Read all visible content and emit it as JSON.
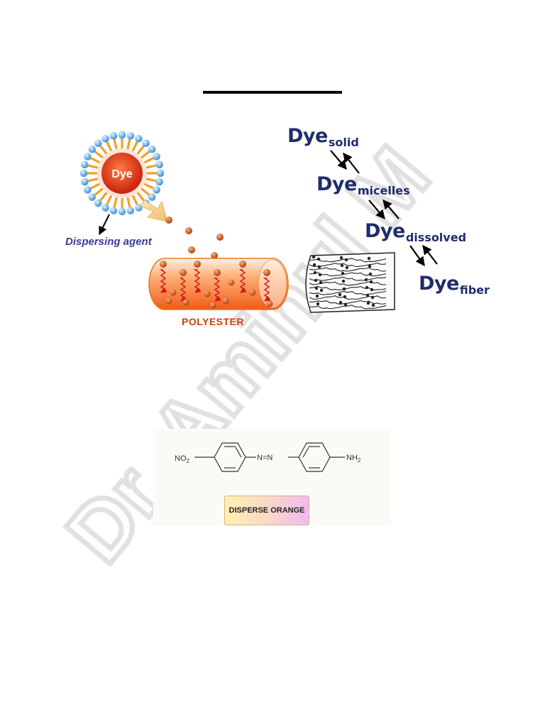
{
  "figure": {
    "micelle_core_label": "Dye",
    "dispersing_agent_label": "Dispersing agent",
    "fiber_label": "POLYESTER"
  },
  "equilibrium": {
    "dye": "Dye",
    "states": [
      "solid",
      "micelles",
      "dissolved",
      "fiber"
    ]
  },
  "structure": {
    "left_group": "NO",
    "left_group_sub": "2",
    "azo_link": "N=N",
    "right_group": "NH",
    "right_group_sub": "2",
    "compound_name": "DISPERSE ORANGE"
  },
  "watermark": "Dr. Aminul M"
}
